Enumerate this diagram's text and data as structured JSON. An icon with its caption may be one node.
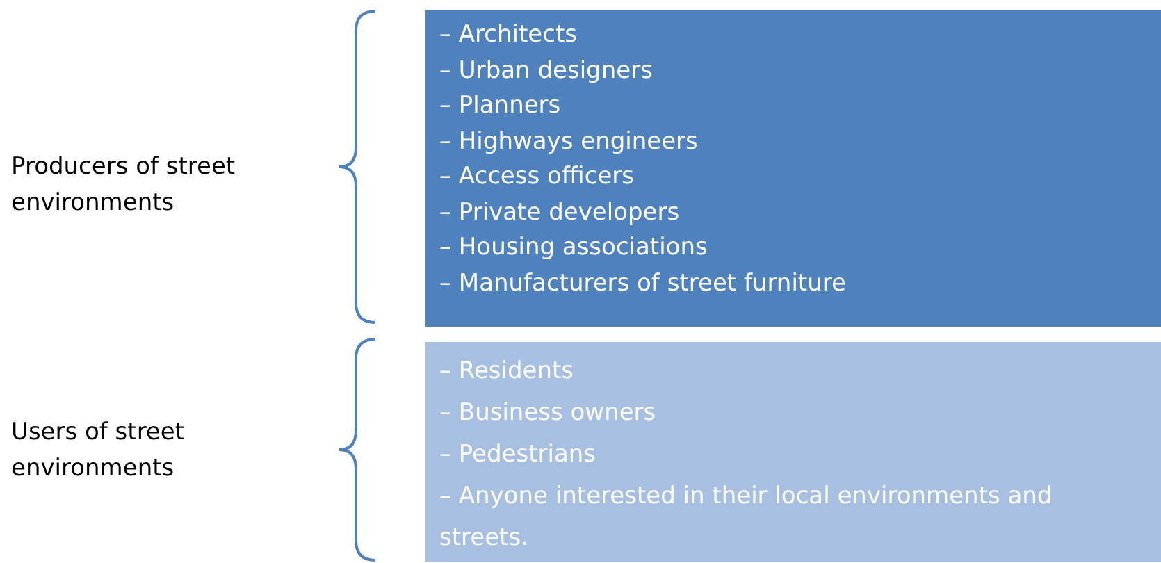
{
  "diagram": {
    "nodes": [
      {
        "text": [
          "– Architects",
          "– Urban designers",
          "– Planners",
          "– Highways engineers",
          "– Access officers",
          "– Private developers",
          "– Housing associations",
          "– Manufacturers of street furniture"
        ]
      },
      {
        "text": [
          "– Residents",
          "– Business owners",
          "– Pedestrians",
          "– Anyone interested in their local environments and streets."
        ]
      }
    ],
    "edges": [],
    "labels": [
      "Producers of street environments",
      "Users of street environments"
    ]
  }
}
